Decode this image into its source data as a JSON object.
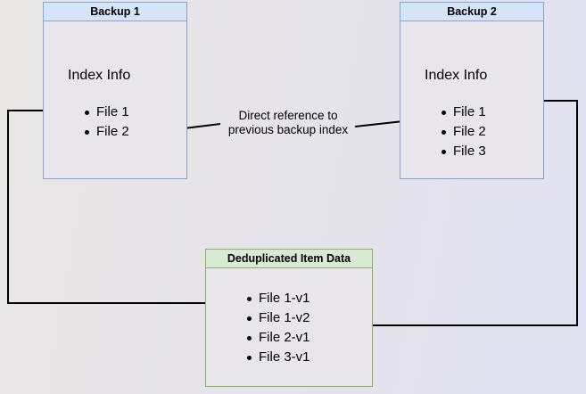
{
  "diagram": {
    "title_hidden": "",
    "background_colors": {
      "left": "#e9e6e5",
      "right": "#e2e2f2"
    },
    "edge_color": "#000000",
    "nodes": {
      "backup1": {
        "header": "Backup 1",
        "section_title": "Index Info",
        "items": [
          "File 1",
          "File 2"
        ],
        "border_color": "#7ea6d9",
        "header_fill": "#d6e4f7",
        "body_fill": "#e8e6ea"
      },
      "backup2": {
        "header": "Backup 2",
        "section_title": "Index Info",
        "items": [
          "File 1",
          "File 2",
          "File 3"
        ],
        "border_color": "#7ea6d9",
        "header_fill": "#d6e4f7",
        "body_fill": "#e8e6ea"
      },
      "dedup": {
        "header": "Deduplicated Item Data",
        "items": [
          "File 1-v1",
          "File 1-v2",
          "File 2-v1",
          "File 3-v1"
        ],
        "border_color": "#82b366",
        "header_fill": "#d9ead3",
        "body_fill": "#e8e6ea"
      }
    },
    "labels": {
      "direct_reference": "Direct reference to\nprevious backup index"
    }
  }
}
